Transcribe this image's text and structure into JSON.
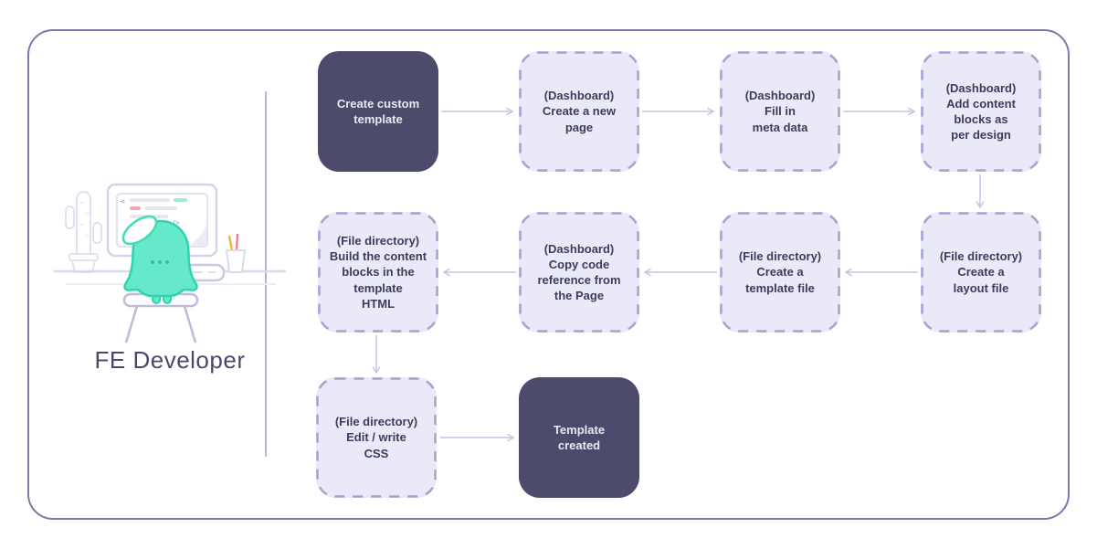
{
  "diagram": {
    "actor": {
      "label": "FE Developer",
      "illustration_icons": [
        "cactus-icon",
        "monitor-code-icon",
        "pen-cup-icon",
        "keyboard-icon",
        "stool-icon",
        "mascot-icon"
      ]
    },
    "nodes": [
      {
        "id": "create-custom-template",
        "variant": "solid",
        "label": "Create custom\ntemplate"
      },
      {
        "id": "dashboard-create-new-page",
        "variant": "dashed",
        "label": "(Dashboard)\nCreate a new\npage"
      },
      {
        "id": "dashboard-fill-meta-data",
        "variant": "dashed",
        "label": "(Dashboard)\nFill in\nmeta data"
      },
      {
        "id": "dashboard-add-content-blocks",
        "variant": "dashed",
        "label": "(Dashboard)\nAdd content\nblocks as\nper design"
      },
      {
        "id": "filedir-create-layout-file",
        "variant": "dashed",
        "label": "(File directory)\nCreate a\nlayout file"
      },
      {
        "id": "filedir-create-template-file",
        "variant": "dashed",
        "label": "(File directory)\nCreate a\ntemplate file"
      },
      {
        "id": "dashboard-copy-code-reference",
        "variant": "dashed",
        "label": "(Dashboard)\nCopy code\nreference from\nthe Page"
      },
      {
        "id": "filedir-build-content-blocks",
        "variant": "dashed",
        "label": "(File directory)\nBuild the content\nblocks in the\ntemplate\nHTML"
      },
      {
        "id": "filedir-edit-write-css",
        "variant": "dashed",
        "label": "(File directory)\nEdit / write\nCSS"
      },
      {
        "id": "template-created",
        "variant": "solid",
        "label": "Template\ncreated"
      }
    ],
    "edges": [
      {
        "from": "create-custom-template",
        "to": "dashboard-create-new-page"
      },
      {
        "from": "dashboard-create-new-page",
        "to": "dashboard-fill-meta-data"
      },
      {
        "from": "dashboard-fill-meta-data",
        "to": "dashboard-add-content-blocks"
      },
      {
        "from": "dashboard-add-content-blocks",
        "to": "filedir-create-layout-file"
      },
      {
        "from": "filedir-create-layout-file",
        "to": "filedir-create-template-file"
      },
      {
        "from": "filedir-create-template-file",
        "to": "dashboard-copy-code-reference"
      },
      {
        "from": "dashboard-copy-code-reference",
        "to": "filedir-build-content-blocks"
      },
      {
        "from": "filedir-build-content-blocks",
        "to": "filedir-edit-write-css"
      },
      {
        "from": "filedir-edit-write-css",
        "to": "template-created"
      }
    ],
    "colors": {
      "frame_border": "#7c79aa",
      "divider": "#b5b3d8",
      "solid_node_bg": "#4c4b6c",
      "solid_node_text": "#eae9f4",
      "dashed_node_bg": "#eae9f7",
      "dashed_node_border": "#a5a2cf",
      "node_text": "#3e3c5e",
      "arrow": "#c6c4e5",
      "actor_label_text": "#4b4870",
      "mascot_fill": "#66e9c9",
      "mascot_outline": "#2fd4ae",
      "illustration_outline": "#d8d8ec"
    }
  }
}
